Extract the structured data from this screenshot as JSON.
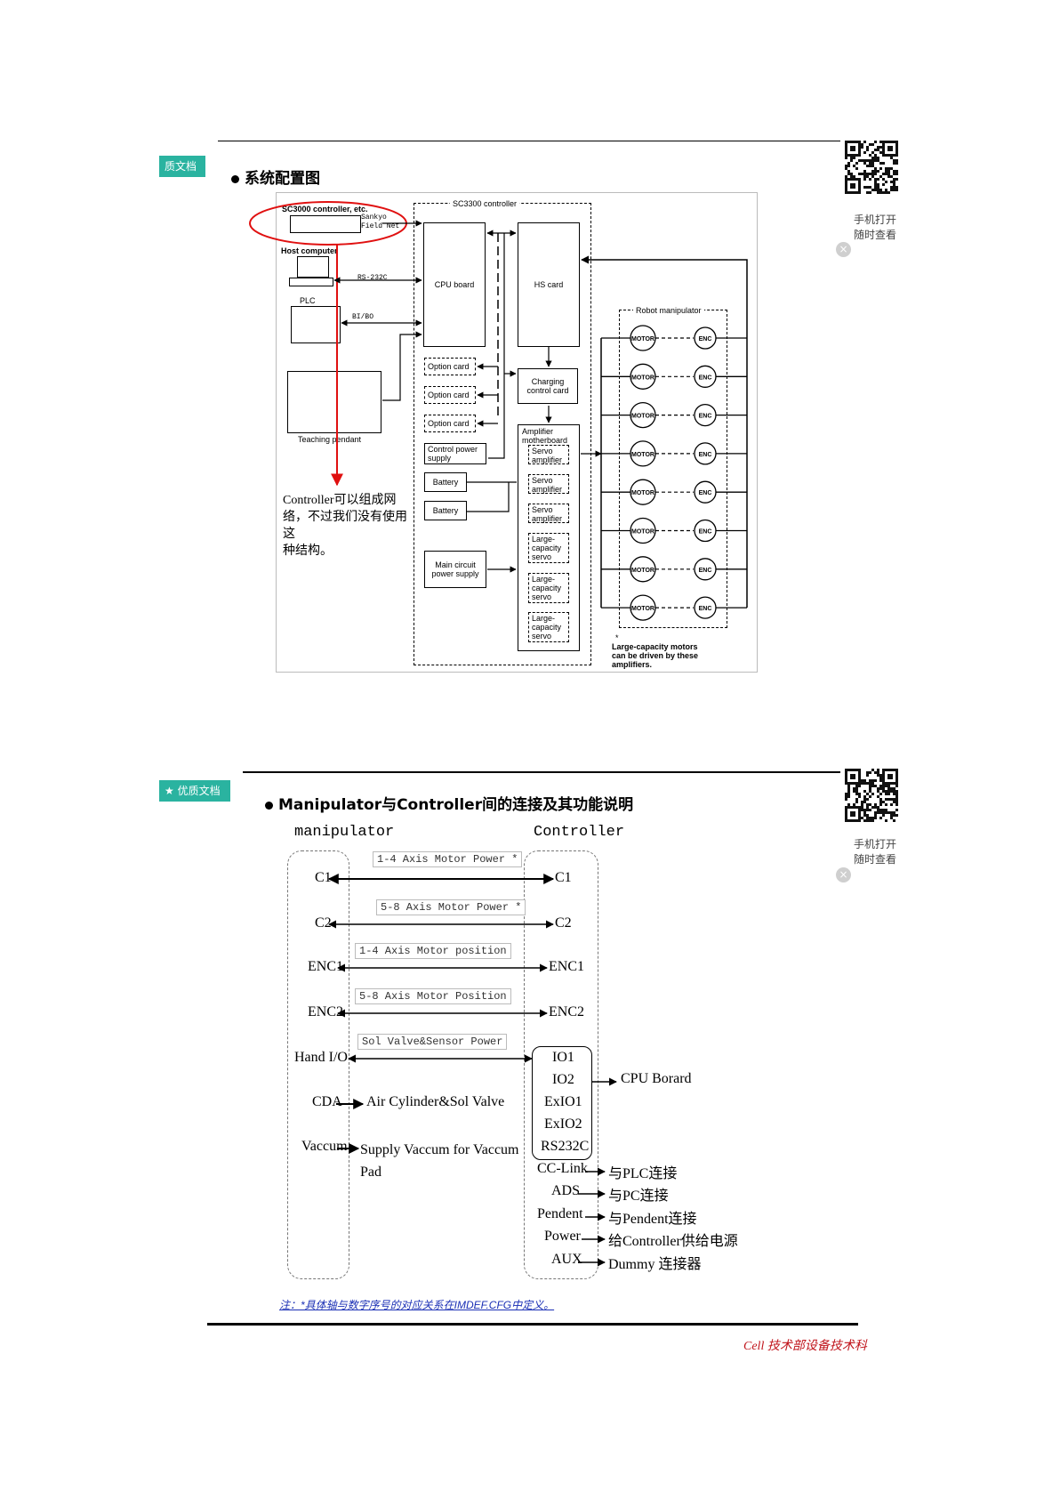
{
  "page1": {
    "tag_label": "质文档",
    "qr_caption": [
      "手机打开",
      "随时查看"
    ],
    "close_symbol": "×",
    "heading": "系统配置图",
    "diagram": {
      "sc3000_label": "SC3000 controller, etc.",
      "field_net": [
        "Sankyo",
        "Field Net"
      ],
      "host_computer": "Host computer",
      "rs232c": "RS-232C",
      "plc": "PLC",
      "bi_bo": "BI/BO",
      "teaching_pendant": "Teaching pendant",
      "controller_label": "SC3300 controller",
      "cpu_board": "CPU board",
      "hs_card": "HS card",
      "option_cards": [
        "Option card",
        "Option card",
        "Option card"
      ],
      "charging_card": [
        "Charging",
        "control card"
      ],
      "control_power": [
        "Control power",
        "supply"
      ],
      "battery": [
        "Battery",
        "Battery"
      ],
      "main_circuit": [
        "Main circuit",
        "power supply"
      ],
      "amplifier_motherboard": [
        "Amplifier",
        "motherboard"
      ],
      "amplifiers": [
        [
          "Servo",
          "amplifier"
        ],
        [
          "Servo",
          "amplifier"
        ],
        [
          "Servo",
          "amplifier"
        ],
        [
          "Large-",
          "capacity",
          "servo"
        ],
        [
          "Large-",
          "capacity",
          "servo"
        ],
        [
          "Large-",
          "capacity",
          "servo"
        ]
      ],
      "robot_manipulator": "Robot manipulator",
      "motor": "MOTOR",
      "enc": "ENC",
      "footnote_mark": "*",
      "footnote": [
        "Large-capacity motors",
        "can be driven by these",
        "amplifiers."
      ],
      "cn_note": [
        "Controller可以组成网",
        "络，不过我们没有使用这",
        "种结构。"
      ]
    }
  },
  "page2": {
    "tag_label": "★ 优质文档",
    "qr_caption": [
      "手机打开",
      "随时查看"
    ],
    "close_symbol": "×",
    "heading": "Manipulator与Controller间的连接及其功能说明",
    "manipulator_title": "manipulator",
    "controller_title": "Controller",
    "wires": [
      {
        "left": "C1",
        "right": "C1",
        "label": "1-4 Axis Motor Power *"
      },
      {
        "left": "C2",
        "right": "C2",
        "label": "5-8 Axis Motor Power *"
      },
      {
        "left": "ENC1",
        "right": "ENC1",
        "label": "1-4 Axis Motor position"
      },
      {
        "left": "ENC2",
        "right": "ENC2",
        "label": "5-8 Axis Motor Position"
      },
      {
        "left": "Hand I/O",
        "right": "",
        "label": "Sol Valve&Sensor Power"
      }
    ],
    "io_group": [
      "IO1",
      "IO2",
      "ExIO1",
      "ExIO2",
      "RS232C"
    ],
    "cpu_board": "CPU Borard",
    "cda": "CDA",
    "cda_target": "Air Cylinder&Sol Valve",
    "vaccum": "Vaccum",
    "vaccum_target": [
      "Supply Vaccum for Vaccum",
      "Pad"
    ],
    "controller_ports": [
      {
        "name": "CC-Link",
        "desc": "与PLC连接"
      },
      {
        "name": "ADS",
        "desc": "与PC连接"
      },
      {
        "name": "Pendent",
        "desc": "与Pendent连接"
      },
      {
        "name": "Power",
        "desc": "给Controller供给电源"
      },
      {
        "name": "AUX",
        "desc": "Dummy 连接器"
      }
    ],
    "note": "注：*具体轴与数字序号的对应关系在IMDEF.CFG中定义。",
    "footer": "Cell 技术部设备技术科"
  }
}
